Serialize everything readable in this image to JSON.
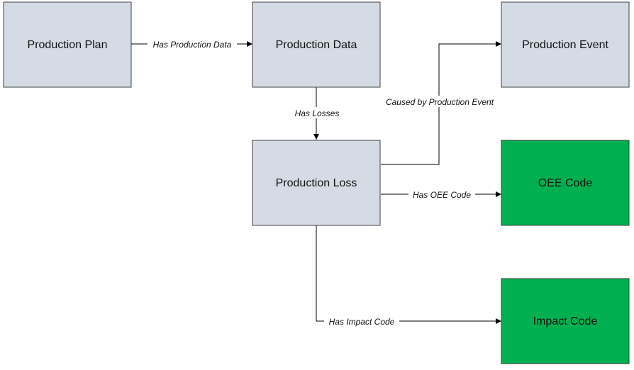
{
  "colors": {
    "entity_fill": "#d5dbe5",
    "code_fill": "#00b050",
    "stroke": "#404040",
    "edge": "#000000"
  },
  "nodes": {
    "production_plan": "Production Plan",
    "production_data": "Production Data",
    "production_event": "Production Event",
    "production_loss": "Production Loss",
    "oee_code": "OEE Code",
    "impact_code": "Impact Code"
  },
  "edges": {
    "has_production_data": "Has Production Data",
    "has_losses": "Has Losses",
    "caused_by_production_event": "Caused by Production Event",
    "has_oee_code": "Has OEE Code",
    "has_impact_code": "Has Impact Code"
  }
}
